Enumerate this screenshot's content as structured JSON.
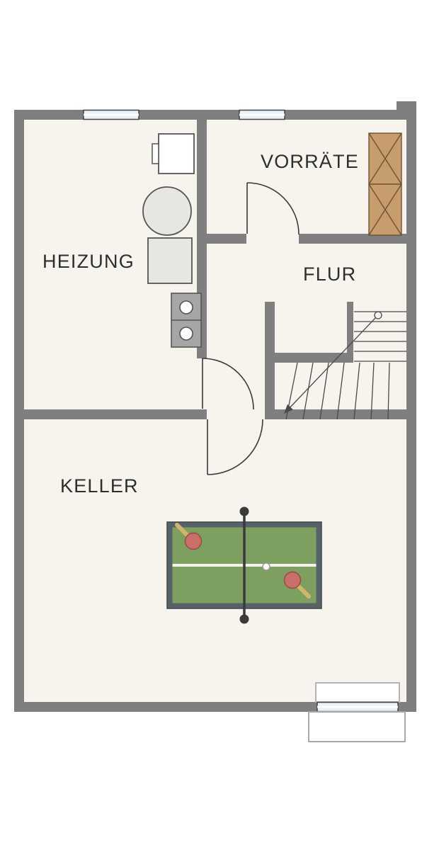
{
  "plan": {
    "rooms": {
      "heizung": {
        "label": "HEIZUNG"
      },
      "vorraete": {
        "label": "VORRÄTE"
      },
      "flur": {
        "label": "FLUR"
      },
      "keller": {
        "label": "KELLER"
      }
    },
    "colors": {
      "outside": "#ffffff",
      "floor": "#f7f3ed",
      "wall": "#7f7f7f",
      "outline": "#3a3a3a",
      "window_fill": "#eaf2f8",
      "fixture_fill": "#e7e6e1",
      "fixture_stroke": "#555555",
      "shelf_fill": "#c79d6e",
      "shelf_stroke": "#6e5134",
      "stair_line": "#4a4a4a",
      "table_rim": "#566268",
      "table_surface": "#7d9f60",
      "table_centerline": "#f2f2ee",
      "net_color": "#3a3a3a",
      "paddle_blade": "#c96f68",
      "paddle_handle": "#d2b56a",
      "ball_color": "#ffffff",
      "label_color": "#2e2e2e",
      "shaft_stroke": "#a8a8a8"
    }
  }
}
